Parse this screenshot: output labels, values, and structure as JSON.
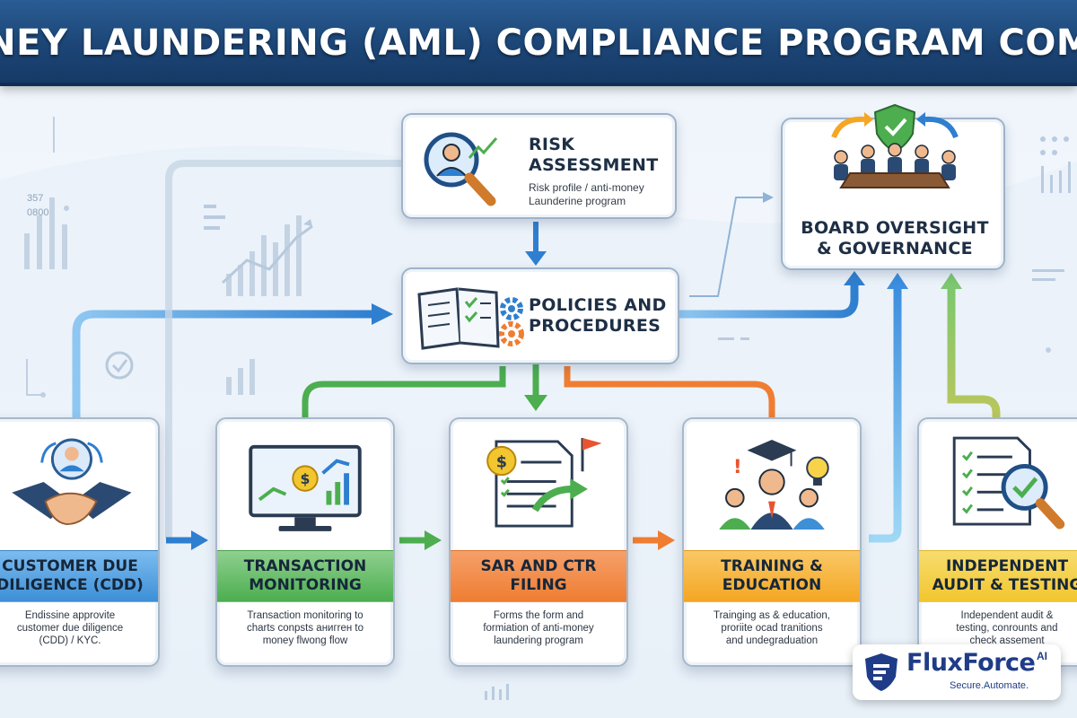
{
  "title": "ANTI-MONEY LAUNDERING (AML) COMPLIANCE PROGRAM COMPONENTS",
  "top_nodes": {
    "risk_assessment": {
      "title_line1": "RISK",
      "title_line2": "ASSESSMENT",
      "subtitle_line1": "Risk profile / anti-money",
      "subtitle_line2": "Launderine program"
    },
    "policies": {
      "title_line1": "POLICIES AND",
      "title_line2": "PROCEDURES"
    },
    "board": {
      "title_line1": "BOARD OVERSIGHT",
      "title_line2": "& GOVERNANCE"
    }
  },
  "cards": [
    {
      "title_line1": "CUSTOMER DUE",
      "title_line2": "DILIGENCE (CDD)",
      "desc_line1": "Endissine approvite",
      "desc_line2": "customer due diligence",
      "desc_line3": "(CDD) / KYC.",
      "color": "#3d8fd6"
    },
    {
      "title_line1": "TRANSACTION",
      "title_line2": "MONITORING",
      "desc_line1": "Transaction monitoring to",
      "desc_line2": "charts conpsts aнигrен to",
      "desc_line3": "money flwong flow",
      "color": "#4cae4f"
    },
    {
      "title_line1": "SAR AND CTR",
      "title_line2": "FILING",
      "desc_line1": "Forms the form and",
      "desc_line2": "formiation of anti-money",
      "desc_line3": "laundering program",
      "color": "#ef7d32"
    },
    {
      "title_line1": "TRAINING &",
      "title_line2": "EDUCATION",
      "desc_line1": "Trainging as & education,",
      "desc_line2": "proriite ocad tranitions",
      "desc_line3": "and undegraduation",
      "color": "#f5a623"
    },
    {
      "title_line1": "INDEPENDENT",
      "title_line2": "AUDIT & TESTING",
      "desc_line1": "Independent audit &",
      "desc_line2": "testing, conrounts and",
      "desc_line3": "check assement",
      "color": "#f2c62f"
    }
  ],
  "decor": {
    "numbers": [
      "357",
      "0800"
    ]
  },
  "logo": {
    "name": "FluxForce",
    "ai": "AI",
    "tagline": "Secure.Automate."
  },
  "colors": {
    "header": "#1c4576",
    "blue": "#2f7fd0",
    "green": "#4cae4f",
    "orange": "#ef7d32",
    "gold": "#f2c62f",
    "ink": "#1e2f45"
  },
  "icons": [
    "magnifier-person-icon",
    "book-checklist-icon",
    "gear-icon",
    "board-meeting-icon",
    "shield-check-icon",
    "handshake-icon",
    "monitor-chart-icon",
    "dollar-document-icon",
    "flag-icon",
    "graduation-cap-icon",
    "lightbulb-icon",
    "audit-checklist-icon"
  ]
}
